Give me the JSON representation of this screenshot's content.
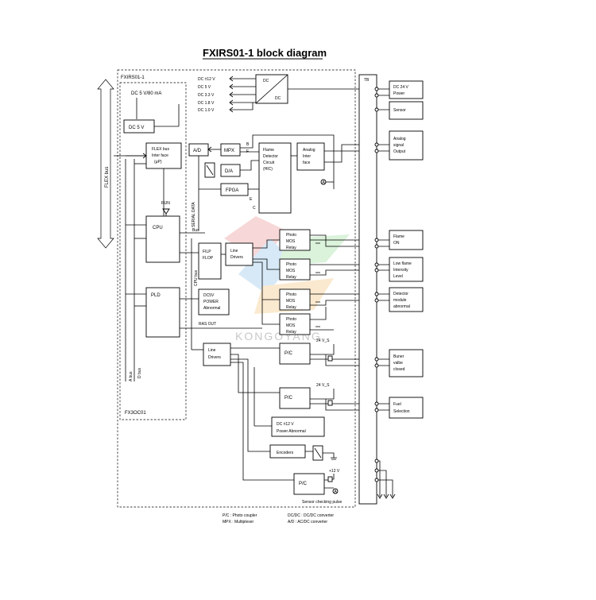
{
  "title": "FXIRS01-1 block diagram",
  "board_labels": {
    "outer": "FXIRS01-1",
    "inner": "FX3OC01",
    "tb": "TB"
  },
  "power": {
    "supply": "DC 5 V/80 mA",
    "dc5": "DC 5 V",
    "rails": [
      "DC ±12 V",
      "DC 5 V",
      "DC 3.3 V",
      "DC 1.8 V",
      "DC 1.0 V"
    ],
    "dcdc_top": "DC",
    "dcdc_bottom": "DC"
  },
  "blocks": {
    "flex_if": [
      "FLEX bus",
      "Inter face",
      "(μP)"
    ],
    "ad": "A/D",
    "mpx": "MPX",
    "da": "D/A",
    "fpga": "FPGA",
    "flame_detector": [
      "Flame",
      "Detector",
      "Circuit",
      "(HIC)"
    ],
    "analog_if": [
      "Analog",
      "Inter",
      "face"
    ],
    "cpu": "CPU",
    "run": "RUN",
    "flip_flop": [
      "FILP",
      "FLOP"
    ],
    "line_drivers_1": [
      "Line",
      "Drivers"
    ],
    "pld": "PLD",
    "dc5_power": [
      "DC5V",
      "POWER",
      "Abnormal"
    ],
    "line_drivers_2": [
      "Line",
      "Drivers"
    ],
    "pc1": "P/C",
    "pc2": "P/C",
    "pc3": "P/C",
    "dc12_power": [
      "DC ±12 V",
      "Power Abnormal"
    ],
    "encoders": "Encoders",
    "relays": [
      [
        "Photo",
        "MOS",
        "Relay"
      ],
      [
        "Photo",
        "MOS",
        "Relay"
      ],
      [
        "Photo",
        "MOS",
        "Relay"
      ],
      [
        "Photo",
        "MOS",
        "Relay"
      ]
    ]
  },
  "signals": {
    "flex_bus": "FLEX bus",
    "serial_data": "SERIAL DATA",
    "clock": "Bus",
    "cpu_bus": "CPU bus",
    "ras_out": "RAS OUT",
    "a_bus": "A bus",
    "d_bus": "D bus",
    "v24_1": "24 V_S",
    "v24_2": "24 V_S",
    "v12": "+12 V",
    "sensor_pulse": "Sensor checking pulse",
    "node_a": "A",
    "mux_b": "B",
    "mux_f": "F",
    "mux_e": "E",
    "mux_c": "C"
  },
  "outputs": [
    [
      "DC 24 V",
      "Power"
    ],
    [
      "Sensor"
    ],
    [
      "Analog",
      "signal",
      "Output"
    ],
    [
      "Flame",
      "ON"
    ],
    [
      "Low flame",
      "Intensity",
      "Level"
    ],
    [
      "Detector",
      "module",
      "abnormal"
    ],
    [
      "Buner",
      "valbe",
      "closed"
    ],
    [
      "Fuel",
      "Selection"
    ]
  ],
  "legend": [
    "P/C : Photo coupler",
    "MPX : Multiplexer",
    "DC/DC : DC/DC converter",
    "A/D : AC/DC converter"
  ],
  "watermark": "KONGOYANG",
  "colors": {
    "line": "#000000",
    "background": "#ffffff",
    "watermark_gray": "#c8c8c8"
  }
}
